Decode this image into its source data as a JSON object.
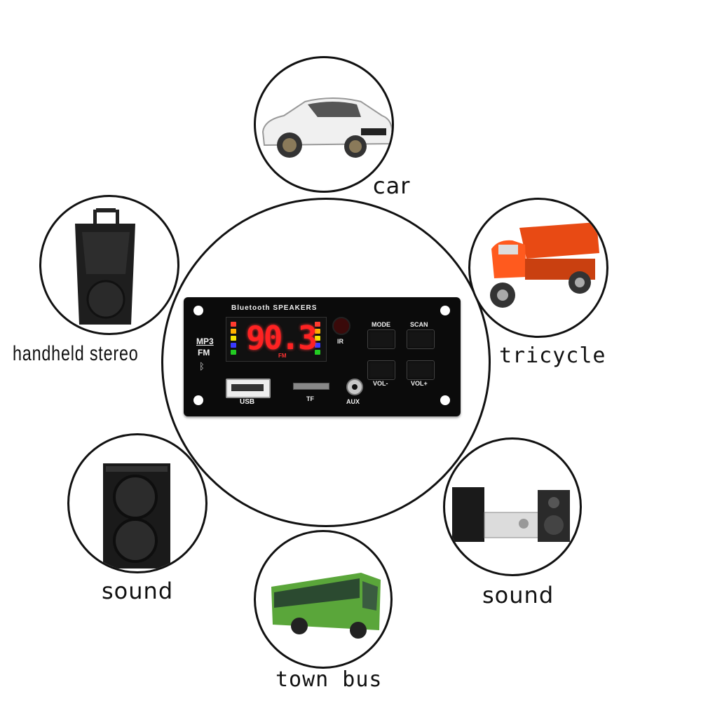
{
  "labels": {
    "car": "car",
    "tricycle": "tricycle",
    "handheld_stereo": "handheld stereo",
    "sound_left": "sound",
    "sound_right": "sound",
    "town_bus": "town bus"
  },
  "module": {
    "brand_text": "Bluetooth SPEAKERS",
    "display_value": "90.3",
    "display_unit": "FM",
    "mode_label": "MP3",
    "mode_label_2": "FM",
    "ir_label": "IR",
    "mode_button": "MODE",
    "scan_button": "SCAN",
    "vol_down_button": "VOL-",
    "vol_up_button": "VOL+",
    "usb_label": "USB",
    "tf_label": "TF",
    "aux_label": "AUX",
    "display_color": "#ff2222"
  }
}
